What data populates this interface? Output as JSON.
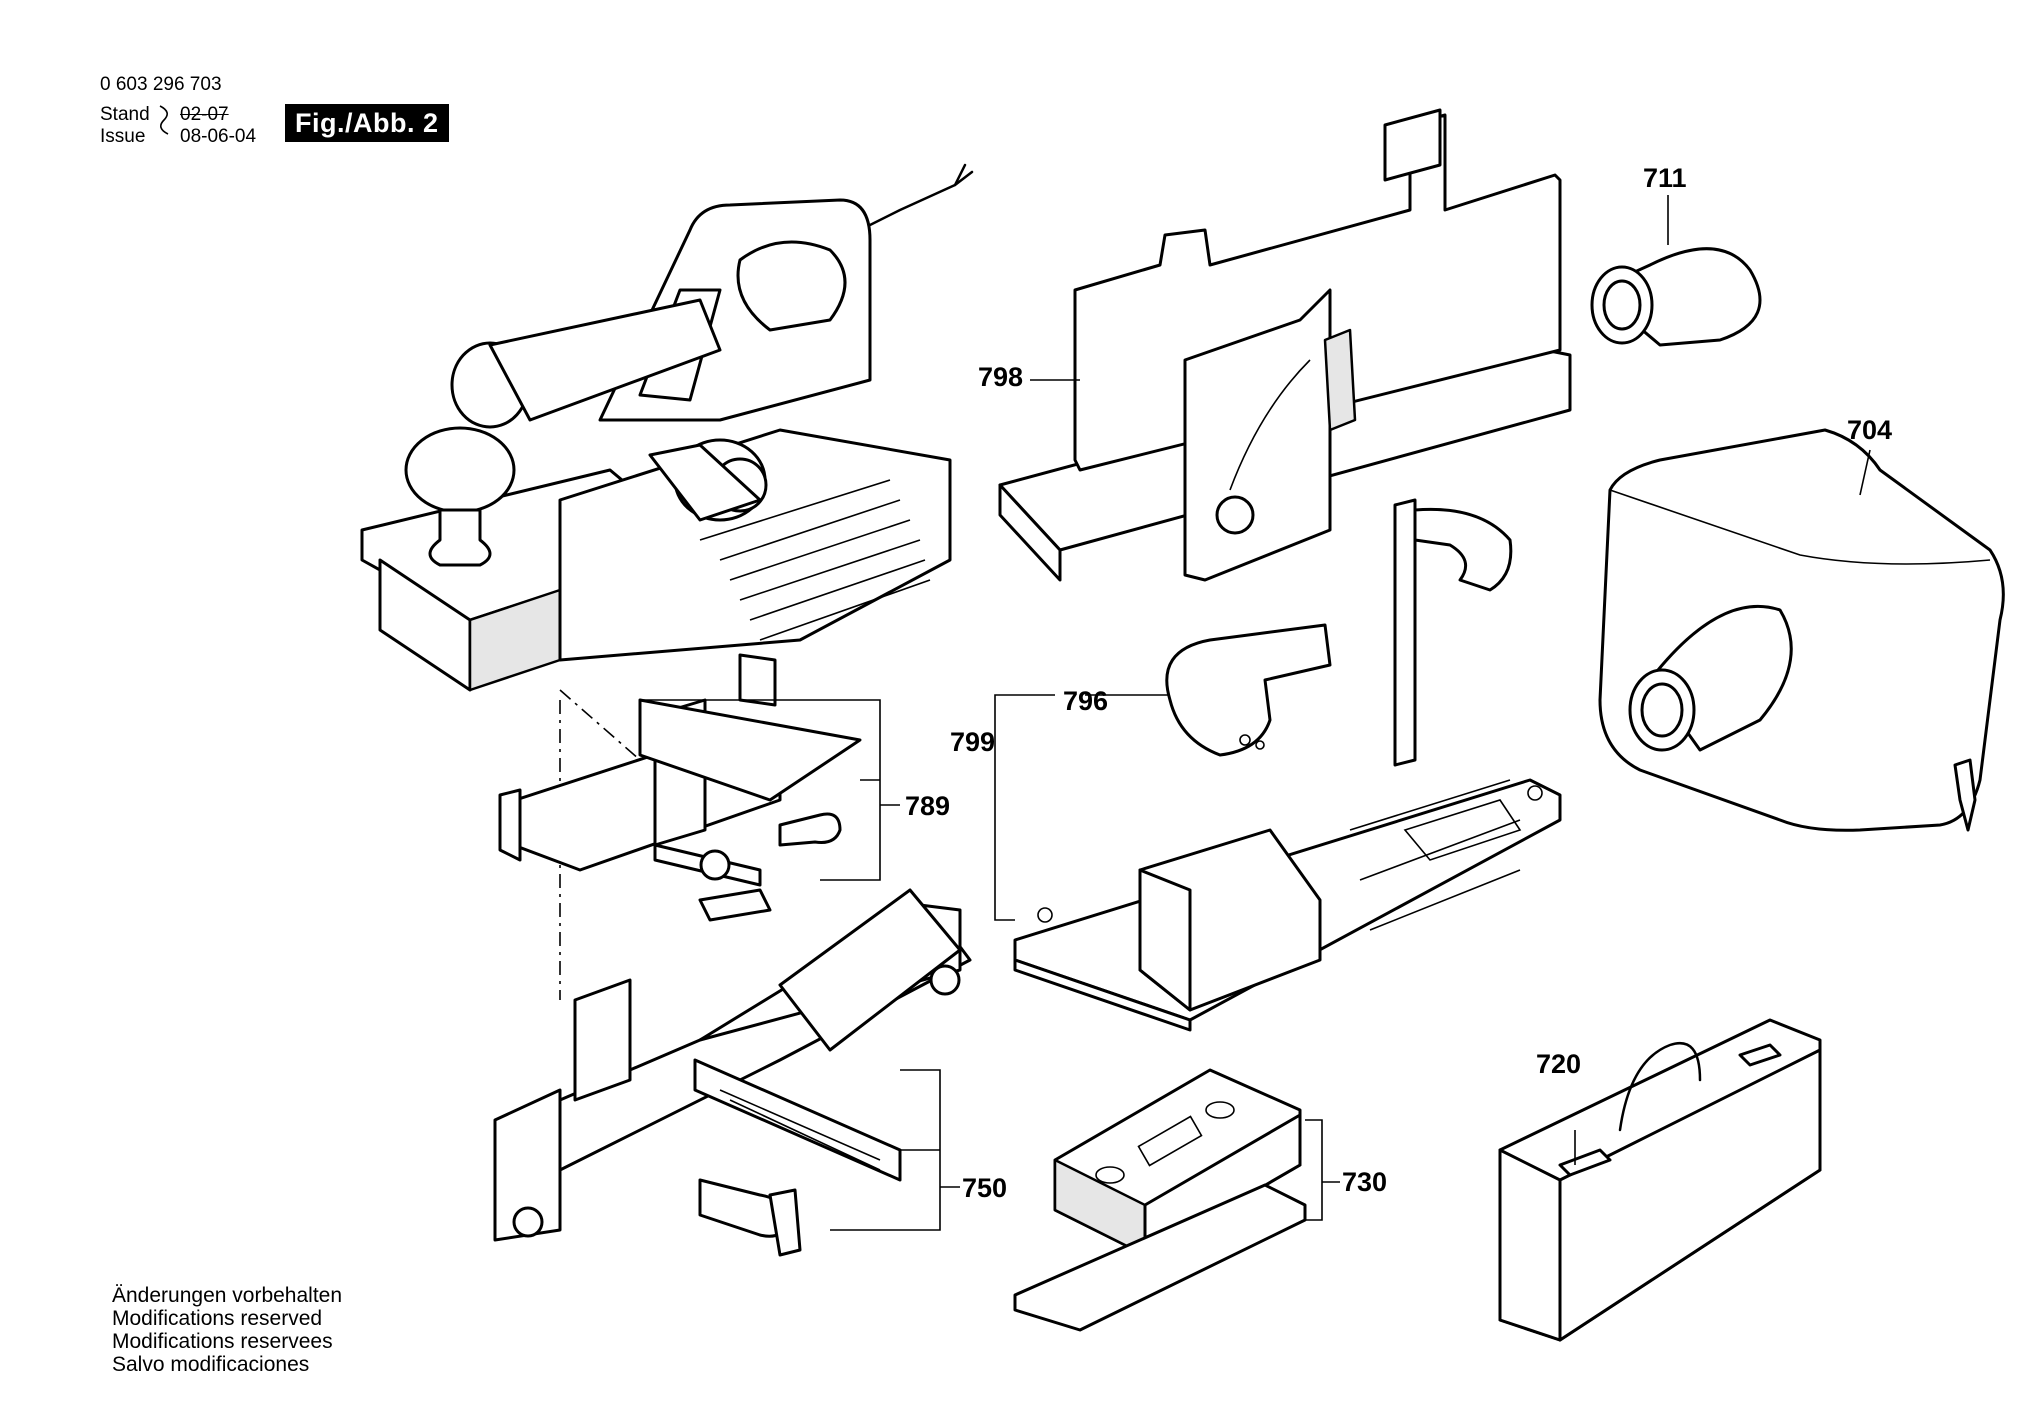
{
  "header": {
    "part_number": "0 603 296 703",
    "stand_label": "Stand",
    "stand_value": "02-07",
    "issue_label": "Issue",
    "issue_value": "08-06-04",
    "figure_label": "Fig./Abb. 2"
  },
  "callouts": {
    "c711": "711",
    "c798": "798",
    "c704": "704",
    "c796": "796",
    "c799": "799",
    "c789": "789",
    "c750": "750",
    "c730": "730",
    "c720": "720"
  },
  "footer": {
    "lines": [
      "Änderungen vorbehalten",
      "Modifications reserved",
      "Modifications reservees",
      "Salvo modificaciones"
    ]
  }
}
